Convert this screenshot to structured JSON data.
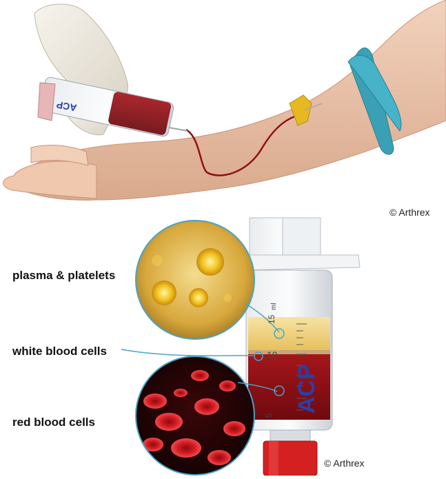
{
  "illustration": {
    "top_scene": "blood-draw-into-syringe",
    "bottom_scene": "syringe-layer-separation"
  },
  "labels": {
    "plasma": "plasma & platelets",
    "white_cells": "white blood cells",
    "red_cells": "red blood cells"
  },
  "credits": {
    "top": "© Arthrex",
    "bottom": "© Arthrex"
  },
  "syringe": {
    "brand_text": "ACP",
    "scale_marks": [
      "15",
      "10",
      "5"
    ],
    "unit": "ml"
  },
  "colors": {
    "blood": "#8e0f14",
    "plasma": "#e8c35a",
    "tourniquet": "#3aa0b5",
    "butterfly": "#e8b820",
    "cap": "#d42020",
    "brand": "#2a3fa8"
  }
}
